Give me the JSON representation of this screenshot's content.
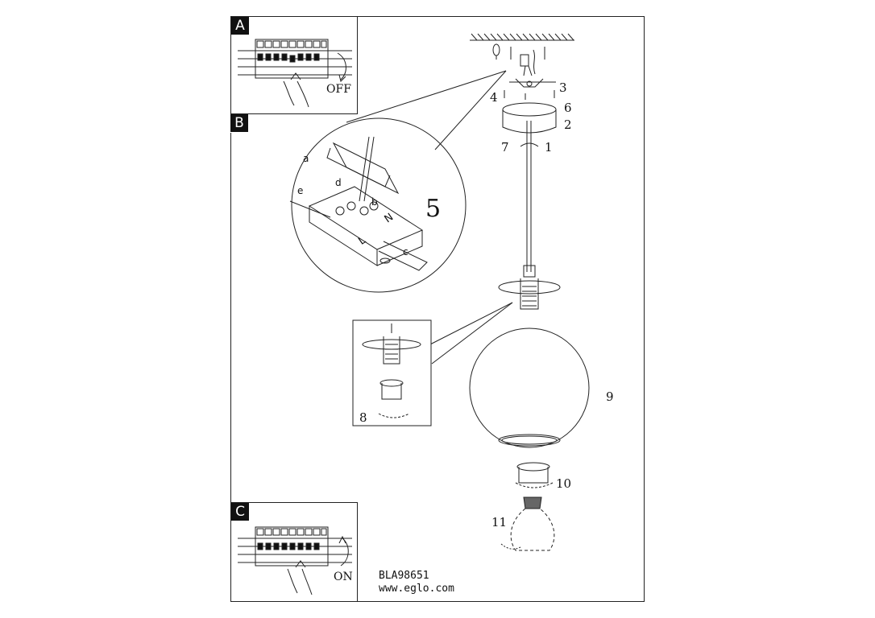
{
  "panels": {
    "a": {
      "letter": "A",
      "action": "OFF"
    },
    "b": {
      "letter": "B"
    },
    "c": {
      "letter": "C",
      "action": "ON"
    }
  },
  "detail": {
    "step": "5",
    "callouts": [
      "a",
      "b",
      "c",
      "d",
      "e"
    ],
    "terminals": [
      "N",
      "L"
    ]
  },
  "steps": [
    "1",
    "2",
    "3",
    "4",
    "6",
    "7",
    "8",
    "9",
    "10",
    "11"
  ],
  "footer": {
    "code": "BLA98651",
    "website": "www.eglo.com"
  }
}
